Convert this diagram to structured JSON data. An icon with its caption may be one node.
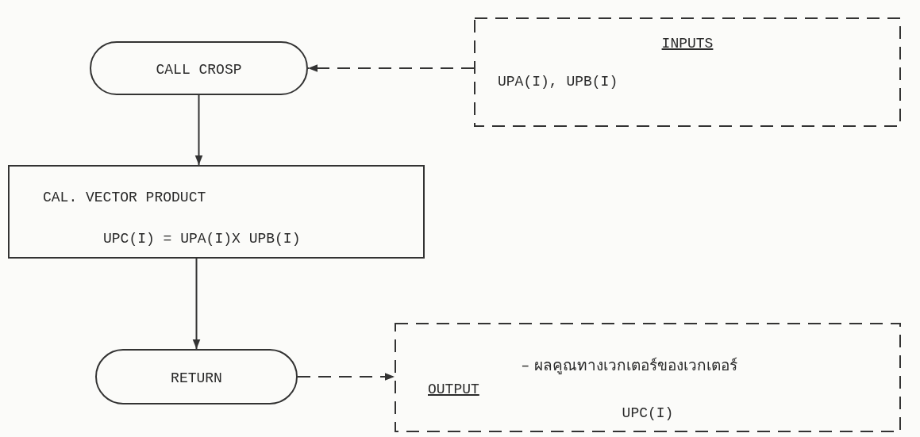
{
  "diagram": {
    "nodes": [
      {
        "text": [
          "CALL CROSP"
        ]
      },
      {
        "text": [
          "INPUTS",
          "UPA(I), UPB(I)"
        ]
      },
      {
        "text": [
          "CAL. VECTOR PRODUCT",
          "UPC(I) = UPA(I)X UPB(I)"
        ]
      },
      {
        "text": [
          "RETURN"
        ]
      },
      {
        "text": [
          "– ผลคูณทางเวกเตอร์ของเวกเตอร์",
          "OUTPUT",
          "UPC(I)"
        ]
      }
    ],
    "edges": [
      {
        "from": 1,
        "to": 0,
        "arrow": "to",
        "style": "dashed"
      },
      {
        "from": 0,
        "to": 2,
        "arrow": "to"
      },
      {
        "from": 2,
        "to": 3,
        "arrow": "to"
      },
      {
        "from": 3,
        "to": 4,
        "arrow": "to",
        "style": "dashed"
      }
    ]
  }
}
